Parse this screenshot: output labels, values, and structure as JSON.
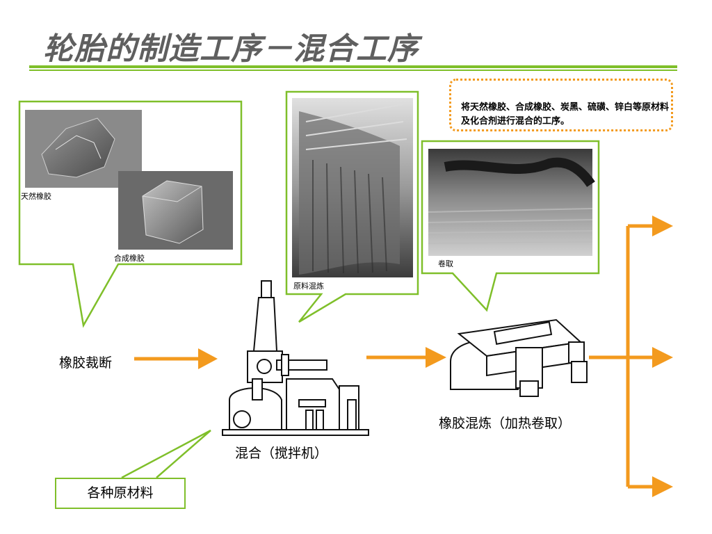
{
  "slide": {
    "title": "轮胎的制造工序－混合工序",
    "note": "将天然橡胶、合成橡胶、炭黑、硫磺、锌白等原材料及化合剂进行混合的工序。"
  },
  "callouts": {
    "natural_rubber": "天然橡胶",
    "synthetic_rubber": "合成橡胶",
    "raw_mixing": "原料混炼",
    "winding": "卷取"
  },
  "steps": {
    "rubber_cutting": "橡胶裁断",
    "mixing": "混合（搅拌机）",
    "kneading": "橡胶混炼（加热卷取）",
    "raw_materials": "各种原材料"
  },
  "colors": {
    "accent_green": "#7fbf2a",
    "arrow_orange": "#f39a1e",
    "title_gray": "#5f5f5f"
  },
  "icons": [
    "mixer-machine-icon",
    "roller-mill-icon",
    "process-arrow-icon"
  ]
}
